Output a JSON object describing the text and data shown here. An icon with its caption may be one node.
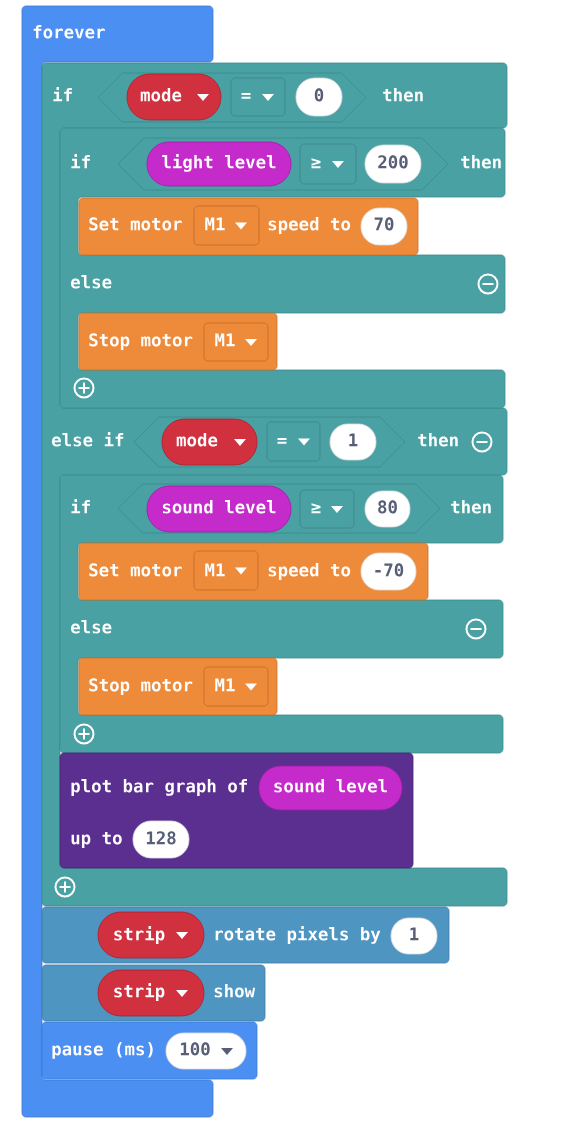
{
  "diagram": {
    "nodes": [
      {
        "text": [
          "forever"
        ]
      },
      {
        "text": [
          "if",
          "then",
          "else if",
          "then"
        ]
      },
      {
        "text": [],
        "shape": "hexagon",
        "in": 1
      },
      {
        "text": [
          "mode"
        ],
        "in": 2
      },
      {
        "text": [
          "="
        ],
        "in": 2
      },
      {
        "text": [
          "0"
        ],
        "in": 2
      },
      {
        "text": [
          "if",
          "then",
          "else"
        ],
        "in": 1
      },
      {
        "text": [],
        "shape": "hexagon",
        "in": 6
      },
      {
        "text": [
          "light level"
        ],
        "in": 7
      },
      {
        "text": [
          "≥"
        ],
        "in": 7
      },
      {
        "text": [
          "200"
        ],
        "in": 7
      },
      {
        "text": [
          "Set motor",
          "speed to"
        ],
        "in": 6
      },
      {
        "text": [
          "M1"
        ],
        "in": 11
      },
      {
        "text": [
          "70"
        ],
        "in": 11
      },
      {
        "text": [
          "Stop motor"
        ],
        "in": 6
      },
      {
        "text": [
          "M1"
        ],
        "in": 14
      },
      {
        "text": [],
        "shape": "hexagon",
        "in": 1
      },
      {
        "text": [
          "mode"
        ],
        "in": 16
      },
      {
        "text": [
          "="
        ],
        "in": 16
      },
      {
        "text": [
          "1"
        ],
        "in": 16
      },
      {
        "text": [
          "if",
          "then",
          "else"
        ],
        "in": 1
      },
      {
        "text": [],
        "shape": "hexagon",
        "in": 20
      },
      {
        "text": [
          "sound level"
        ],
        "in": 21
      },
      {
        "text": [
          "≥"
        ],
        "in": 21
      },
      {
        "text": [
          "80"
        ],
        "in": 21
      },
      {
        "text": [
          "Set motor",
          "speed to"
        ],
        "in": 20
      },
      {
        "text": [
          "M1"
        ],
        "in": 25
      },
      {
        "text": [
          "-70"
        ],
        "in": 25
      },
      {
        "text": [
          "Stop motor"
        ],
        "in": 20
      },
      {
        "text": [
          "M1"
        ],
        "in": 28
      },
      {
        "text": [
          "plot bar graph of",
          "up to"
        ],
        "in": 1
      },
      {
        "text": [
          "sound level"
        ],
        "in": 30
      },
      {
        "text": [
          "128"
        ],
        "in": 30
      },
      {
        "text": [
          "rotate pixels by"
        ]
      },
      {
        "text": [
          "strip"
        ],
        "in": 33
      },
      {
        "text": [
          "1"
        ],
        "in": 33
      },
      {
        "text": [
          "show"
        ]
      },
      {
        "text": [
          "strip"
        ],
        "in": 36
      },
      {
        "text": [
          "pause (ms)"
        ]
      },
      {
        "text": [
          "100"
        ],
        "in": 38
      }
    ]
  }
}
